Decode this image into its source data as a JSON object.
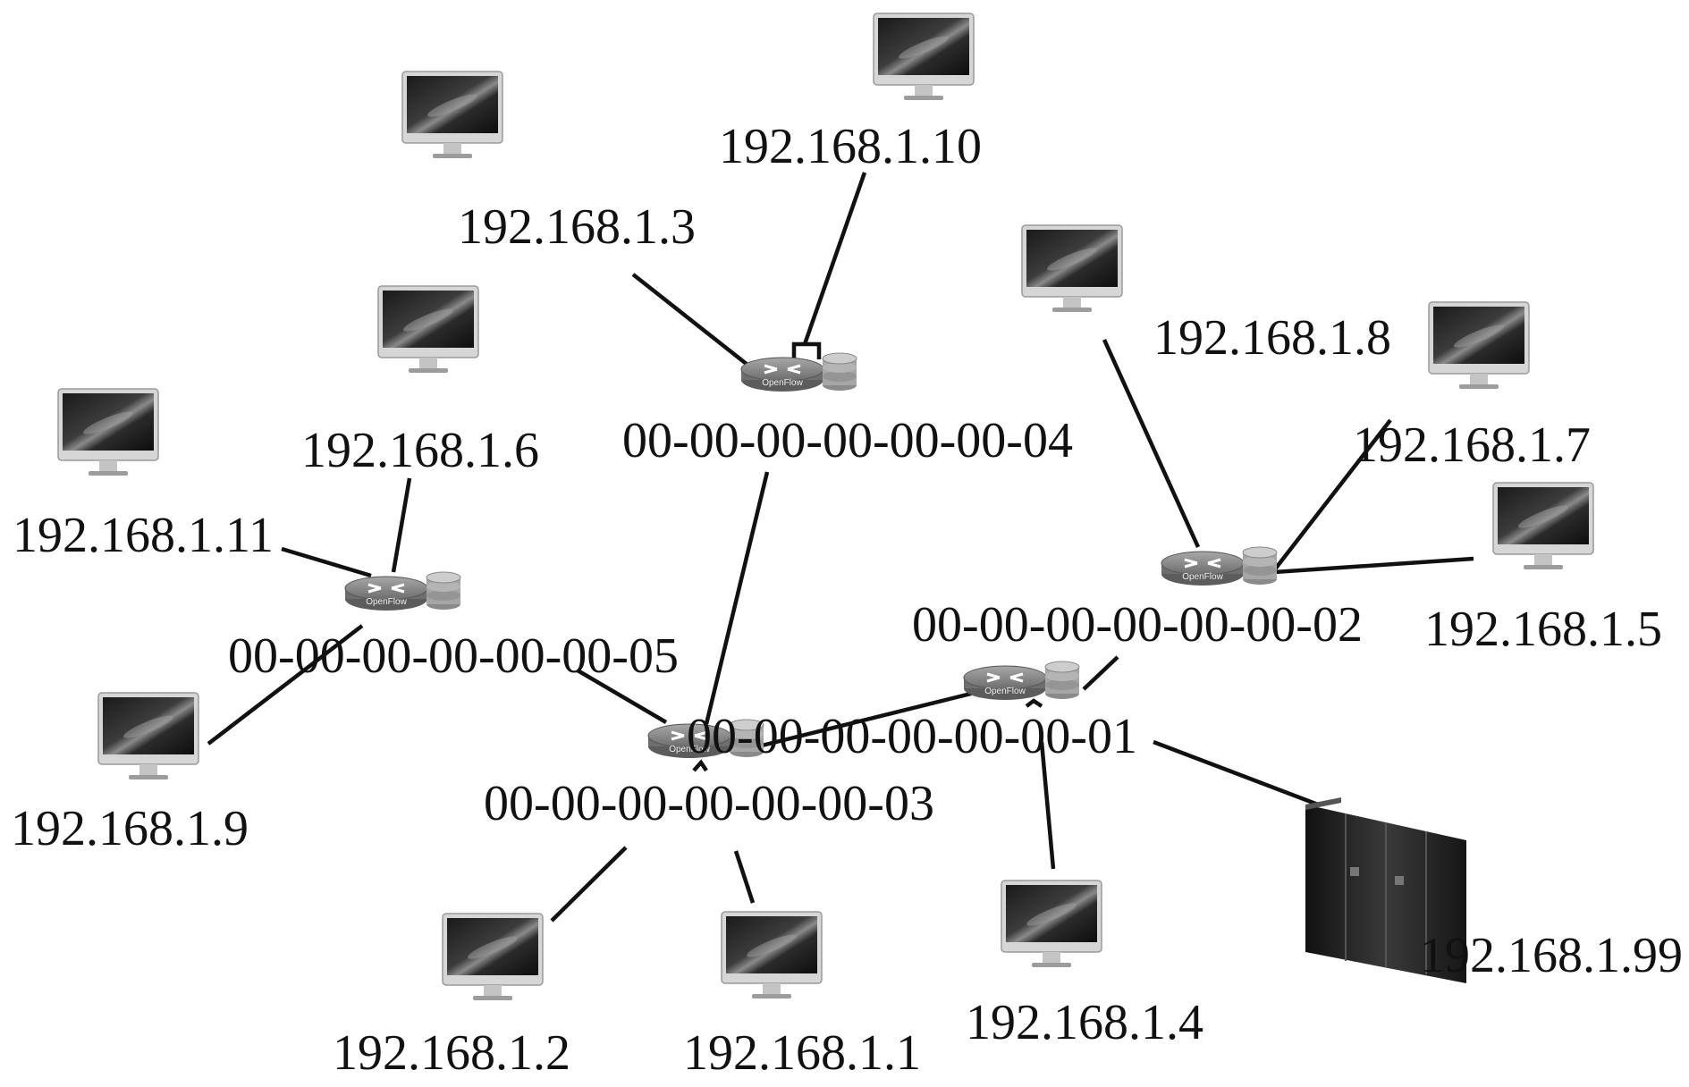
{
  "switches": [
    {
      "id": "s1",
      "label": "00-00-00-00-00-00-01"
    },
    {
      "id": "s2",
      "label": "00-00-00-00-00-00-02"
    },
    {
      "id": "s3",
      "label": "00-00-00-00-00-00-03"
    },
    {
      "id": "s4",
      "label": "00-00-00-00-00-00-04"
    },
    {
      "id": "s5",
      "label": "00-00-00-00-00-00-05"
    }
  ],
  "hosts": [
    {
      "id": "h1",
      "label": "192.168.1.1",
      "icon": "monitor-icon"
    },
    {
      "id": "h2",
      "label": "192.168.1.2",
      "icon": "monitor-icon"
    },
    {
      "id": "h3",
      "label": "192.168.1.3",
      "icon": "monitor-icon"
    },
    {
      "id": "h4",
      "label": "192.168.1.4",
      "icon": "monitor-icon"
    },
    {
      "id": "h5",
      "label": "192.168.1.5",
      "icon": "monitor-icon"
    },
    {
      "id": "h6",
      "label": "192.168.1.6",
      "icon": "monitor-icon"
    },
    {
      "id": "h7",
      "label": "192.168.1.7",
      "icon": "monitor-icon"
    },
    {
      "id": "h8",
      "label": "192.168.1.8",
      "icon": "monitor-icon"
    },
    {
      "id": "h9",
      "label": "192.168.1.9",
      "icon": "monitor-icon"
    },
    {
      "id": "h10",
      "label": "192.168.1.10",
      "icon": "monitor-icon"
    },
    {
      "id": "h11",
      "label": "192.168.1.11",
      "icon": "monitor-icon"
    },
    {
      "id": "h99",
      "label": "192.168.1.99",
      "icon": "server-rack-icon"
    }
  ],
  "switch_icon": "openflow-switch-icon",
  "links": [
    [
      "s3",
      "s1"
    ],
    [
      "s3",
      "s4"
    ],
    [
      "s3",
      "s5"
    ],
    [
      "s1",
      "s2"
    ],
    [
      "s4",
      "h3"
    ],
    [
      "s4",
      "h10"
    ],
    [
      "s5",
      "h6"
    ],
    [
      "s5",
      "h11"
    ],
    [
      "s5",
      "h9"
    ],
    [
      "s3",
      "h2"
    ],
    [
      "s3",
      "h1"
    ],
    [
      "s1",
      "h4"
    ],
    [
      "s1",
      "h99"
    ],
    [
      "s2",
      "h8"
    ],
    [
      "s2",
      "h7"
    ],
    [
      "s2",
      "h5"
    ]
  ]
}
